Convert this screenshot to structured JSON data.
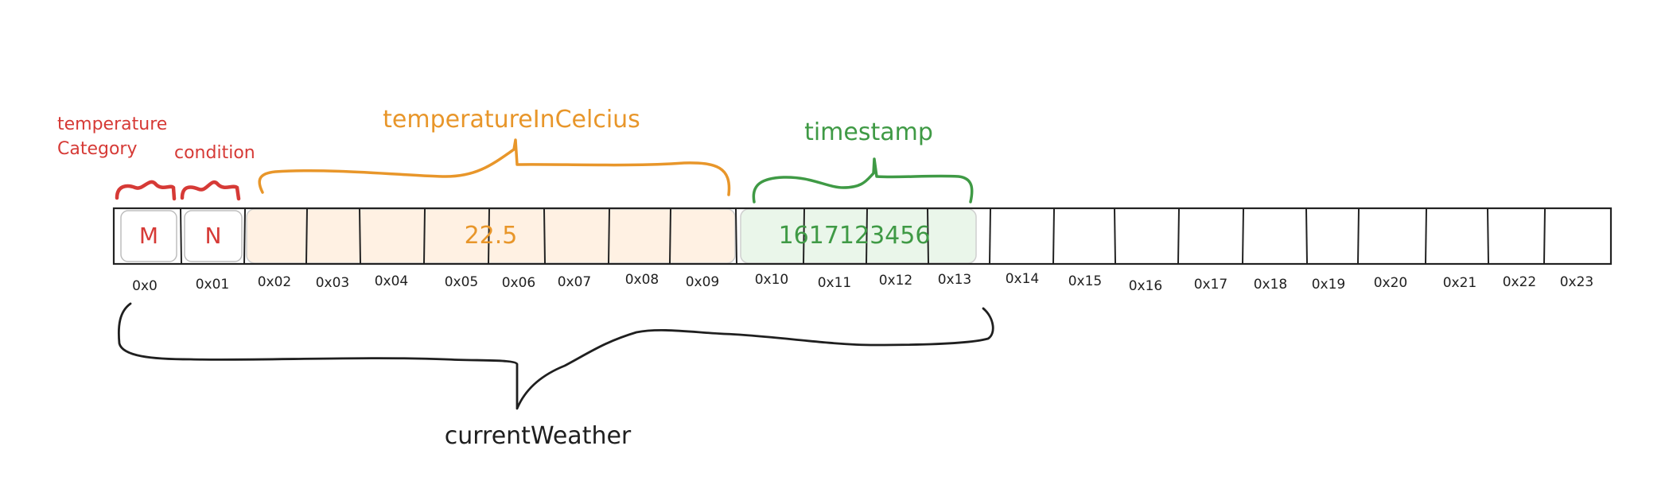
{
  "colors": {
    "red": "#d63a36",
    "orange": "#e8962a",
    "green": "#3f9a45",
    "black": "#1f1f1f",
    "cell_border": "#222222",
    "orange_fill": "#fff1e3",
    "green_fill": "#eaf6ea"
  },
  "fields": {
    "temperature_category_line1": "temperature",
    "temperature_category_line2": "Category",
    "condition": "condition",
    "temperature_in_celcius": "temperatureInCelcius",
    "timestamp": "timestamp",
    "current_weather": "currentWeather"
  },
  "values": {
    "category": "M",
    "condition": "N",
    "temperature": "22.5",
    "timestamp": "1617123456"
  },
  "addresses": [
    "0x0",
    "0x01",
    "0x02",
    "0x03",
    "0x04",
    "0x05",
    "0x06",
    "0x07",
    "0x08",
    "0x09",
    "0x10",
    "0x11",
    "0x12",
    "0x13",
    "0x14",
    "0x15",
    "0x16",
    "0x17",
    "0x18",
    "0x19",
    "0x20",
    "0x21",
    "0x22",
    "0x23"
  ]
}
